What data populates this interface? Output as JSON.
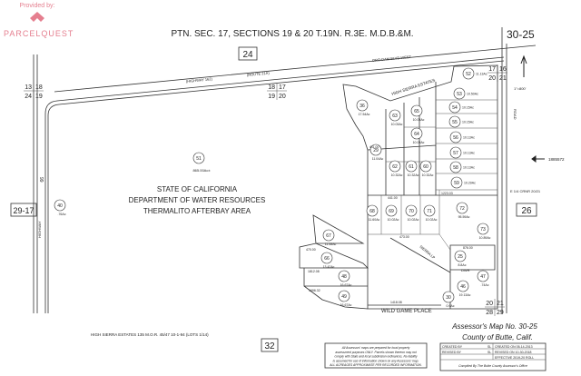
{
  "logo": {
    "provided_by": "Provided by:",
    "name": "PARCELQUEST"
  },
  "header": {
    "title": "PTN. SEC. 17, SECTIONS 19 & 20 T.19N. R.3E. M.D.B.&M.",
    "map_number_box": "30-25"
  },
  "adjacent_maps": {
    "north": "24",
    "east": "26",
    "west": "29-17",
    "south": "32"
  },
  "section_corners": [
    {
      "tl": "13",
      "tr": "18",
      "bl": "24",
      "br": "19"
    },
    {
      "tl": "18",
      "tr": "17",
      "bl": "19",
      "br": "20"
    },
    {
      "tl": "17",
      "tr": "16",
      "bl": "20",
      "br": "21"
    },
    {
      "tl": "20",
      "tr": "21",
      "bl": "28",
      "br": "29"
    }
  ],
  "roads": {
    "highway_162": "(HIGHWAY 162)",
    "route_21a": "(ROUTE 21A)",
    "oro_dam": "ORO-DAM BLVD WEST",
    "highway_99_label": "HIGHWAY",
    "highway_99_num": "99",
    "wild_game": "WILD GAME PLACE",
    "subdivision": "HIGH SIERRA ESTATES",
    "sierra_loop": "SIERRA LP",
    "road": "ROAD"
  },
  "main_parcel": {
    "number": "51",
    "acreage": "865.00Ac±",
    "owner_lines": [
      "STATE OF CALIFORNIA",
      "DEPARTMENT OF WATER RESOURCES",
      "THERMALITO AFTERBAY AREA"
    ]
  },
  "parcels": [
    {
      "n": "40",
      "ac": ".76Ac"
    },
    {
      "n": "52",
      "ac": "11.13Ac"
    },
    {
      "n": "53",
      "ac": "10.50Ac"
    },
    {
      "n": "54",
      "ac": "10.15Ac"
    },
    {
      "n": "55",
      "ac": "10.15Ac"
    },
    {
      "n": "56",
      "ac": "10.13Ac"
    },
    {
      "n": "57",
      "ac": "10.13Ac"
    },
    {
      "n": "58",
      "ac": "10.13Ac"
    },
    {
      "n": "59",
      "ac": "10.29Ac"
    },
    {
      "n": "36",
      "ac": "17.54Ac"
    },
    {
      "n": "63",
      "ac": "10.03Ac"
    },
    {
      "n": "65",
      "ac": "10.03Ac"
    },
    {
      "n": "64",
      "ac": "10.03Ac"
    },
    {
      "n": "29",
      "ac": "11.04Ac"
    },
    {
      "n": "62",
      "ac": "10.32Ac"
    },
    {
      "n": "61",
      "ac": "10.32Ac"
    },
    {
      "n": "60",
      "ac": "10.32Ac"
    },
    {
      "n": "68",
      "ac": "11.60Ac"
    },
    {
      "n": "69",
      "ac": "10.02Ac"
    },
    {
      "n": "70",
      "ac": "10.02Ac"
    },
    {
      "n": "71",
      "ac": "10.02Ac"
    },
    {
      "n": "72",
      "ac": "95.59Ac"
    },
    {
      "n": "73",
      "ac": "10.89Ac"
    },
    {
      "n": "67",
      "ac": "11.58Ac"
    },
    {
      "n": "66",
      "ac": "13.42Ac"
    },
    {
      "n": "48",
      "ac": "16.67Ac"
    },
    {
      "n": "49",
      "ac": "16.67Ac"
    },
    {
      "n": "25",
      "ac": "8.8Ac"
    },
    {
      "n": "46",
      "ac": "19.13Ac"
    },
    {
      "n": "47",
      "ac": ".74Ac"
    },
    {
      "n": "30",
      "ac": "0.9Ac"
    }
  ],
  "dimensions": [
    "1418.08",
    "1223.03",
    "473.00",
    "441.00",
    "411.00",
    "876.00",
    "1812.08",
    "1696.32",
    "470.00"
  ],
  "annotations": {
    "corner": "E 1/4 CRNR 20/21",
    "doc_ref": "1885572",
    "scale": "1\"=800'",
    "dwr": "DWR"
  },
  "footer": {
    "subdivision_note": "HIGH SIERRA ESTATES  135 M.O.R. 45/47  10-1-94  (LOTS 1/14)",
    "map_title": "Assessor's Map No. 30-25",
    "county": "County of Butte, Calif.",
    "notice": [
      "All Assessors' maps are prepared for local property",
      "assessment purposes ONLY. Parcels shown thereon may not",
      "comply with State and local subdivision ordinances. No liability",
      "is assumed for use of information shown on any Assessors' map.",
      "ALL ACREAGES APPROXIMATE PER RECORDED INFORMATION."
    ],
    "created_by": "CREATED BY",
    "created_by_val": "SL",
    "created_on": "CREATED ON  05-14-2013",
    "revised_by": "REVISED BY",
    "revised_by_val": "SL",
    "revised_on": "REVISED ON  10-30-2018",
    "effective": "EFFECTIVE  2019-20  ROLL",
    "compiled": "Compiled By The Butte County Assessor's Office"
  },
  "colors": {
    "logo": "#e57f8f",
    "ink": "#222222"
  }
}
